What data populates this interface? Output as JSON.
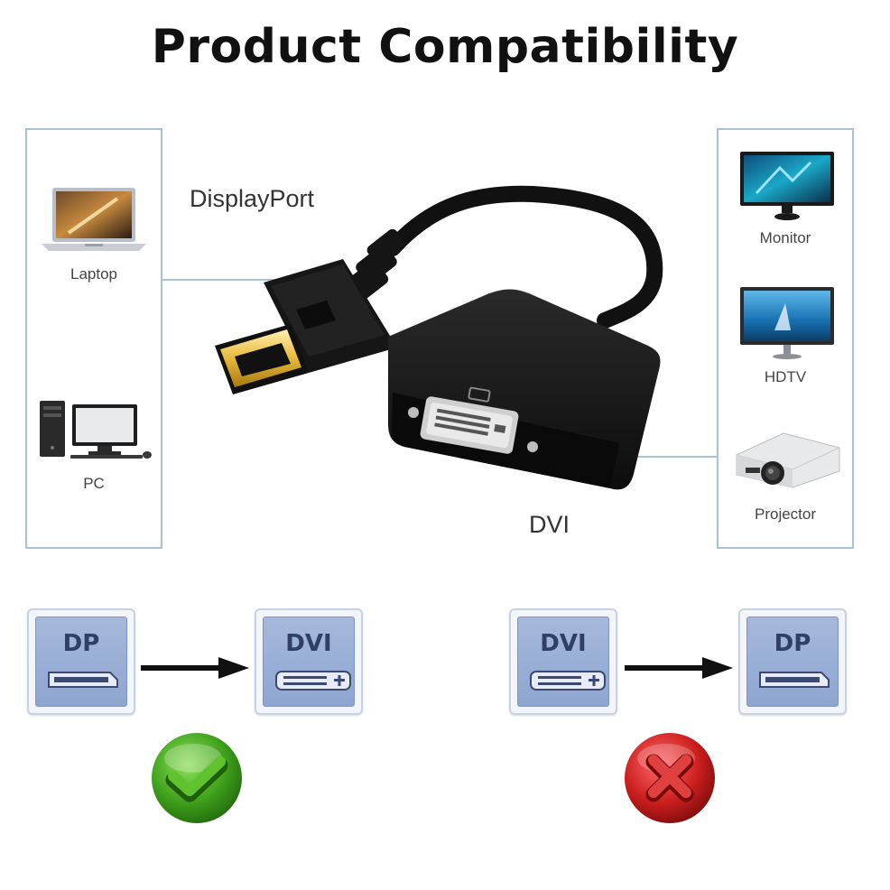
{
  "title": "Product Compatibility",
  "left_devices": [
    {
      "label": "Laptop",
      "icon": "laptop-icon"
    },
    {
      "label": "PC",
      "icon": "desktop-pc-icon"
    }
  ],
  "right_devices": [
    {
      "label": "Monitor",
      "icon": "monitor-icon"
    },
    {
      "label": "HDTV",
      "icon": "hdtv-icon"
    },
    {
      "label": "Projector",
      "icon": "projector-icon"
    }
  ],
  "adapter": {
    "input_label": "DisplayPort",
    "output_label": "DVI"
  },
  "flows": [
    {
      "from": "DP",
      "to": "DVI",
      "supported": true,
      "status_icon": "check-icon",
      "status_color": "#3fa11c"
    },
    {
      "from": "DVI",
      "to": "DP",
      "supported": false,
      "status_icon": "cross-icon",
      "status_color": "#cc1f1f"
    }
  ]
}
